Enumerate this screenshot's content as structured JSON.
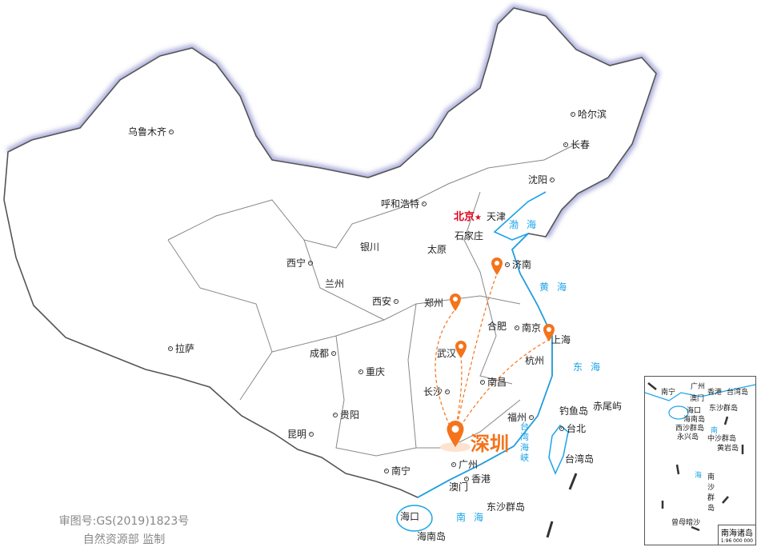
{
  "capital": {
    "name": "北京",
    "symbol": "★"
  },
  "cities": [
    "乌鲁木齐",
    "哈尔滨",
    "长春",
    "沈阳",
    "呼和浩特",
    "天津",
    "石家庄",
    "太原",
    "济南",
    "银川",
    "西宁",
    "兰州",
    "西安",
    "郑州",
    "合肥",
    "南京",
    "上海",
    "武汉",
    "成都",
    "重庆",
    "杭州",
    "拉萨",
    "长沙",
    "南昌",
    "贵阳",
    "福州",
    "台北",
    "昆明",
    "南宁",
    "广州",
    "香港",
    "澳门",
    "海口"
  ],
  "islands": [
    "钓鱼岛",
    "赤尾屿",
    "台湾岛",
    "东沙群岛",
    "海南岛"
  ],
  "seas": [
    "渤海",
    "黄海",
    "东海",
    "台湾海峡",
    "南海"
  ],
  "highlight": {
    "city": "深圳",
    "color": "#f4731b",
    "route_targets": [
      "济南",
      "郑州",
      "武汉",
      "上海"
    ]
  },
  "caption": {
    "line1": "审图号:GS(2019)1823号",
    "line2": "自然资源部 监制"
  },
  "inset": {
    "title": "南海诸岛",
    "scale": "1:96 000 000",
    "labels": [
      "广州",
      "南宁",
      "香港",
      "澳门",
      "台湾岛",
      "海口",
      "海南岛",
      "东沙群岛",
      "西沙群岛",
      "永兴岛",
      "中沙群岛",
      "黄岩岛",
      "南沙群岛",
      "曾母暗沙"
    ],
    "seas": [
      "南",
      "海"
    ]
  }
}
